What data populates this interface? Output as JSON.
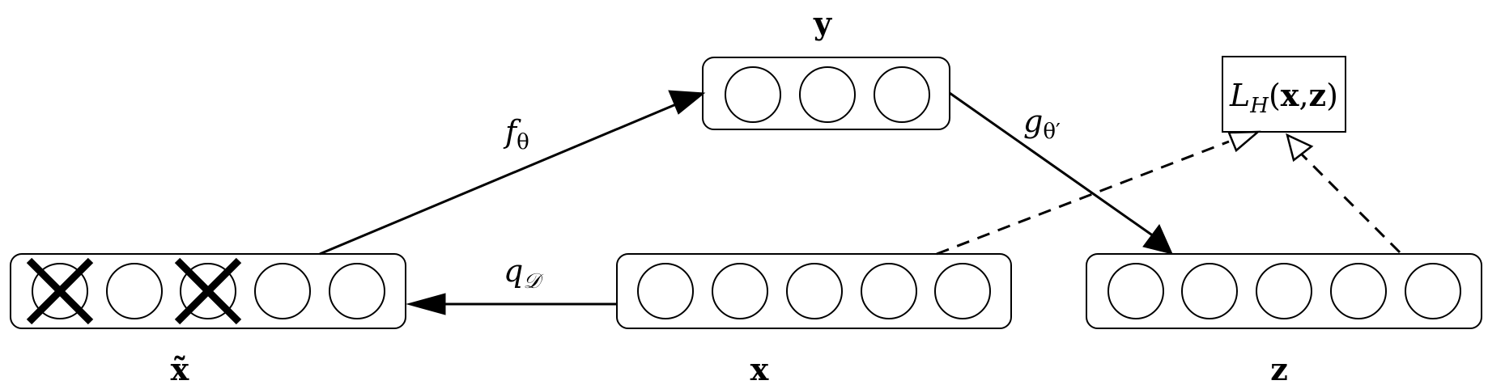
{
  "layers": {
    "y": {
      "label": "y",
      "units": 3,
      "corrupted": []
    },
    "x_tilde": {
      "label": "x̃",
      "units": 5,
      "corrupted": [
        0,
        2
      ]
    },
    "x": {
      "label": "x",
      "units": 5,
      "corrupted": []
    },
    "z": {
      "label": "z",
      "units": 5,
      "corrupted": []
    }
  },
  "edges": {
    "encoder": {
      "base": "f",
      "sub": "θ"
    },
    "decoder": {
      "base": "g",
      "sub": "θ′"
    },
    "corruption": {
      "base": "q",
      "sub": "𝒟"
    }
  },
  "loss": {
    "base": "L",
    "sub": "H",
    "open": "(",
    "arg1": "x",
    "sep": ",",
    "arg2": "z",
    "close": ")"
  }
}
